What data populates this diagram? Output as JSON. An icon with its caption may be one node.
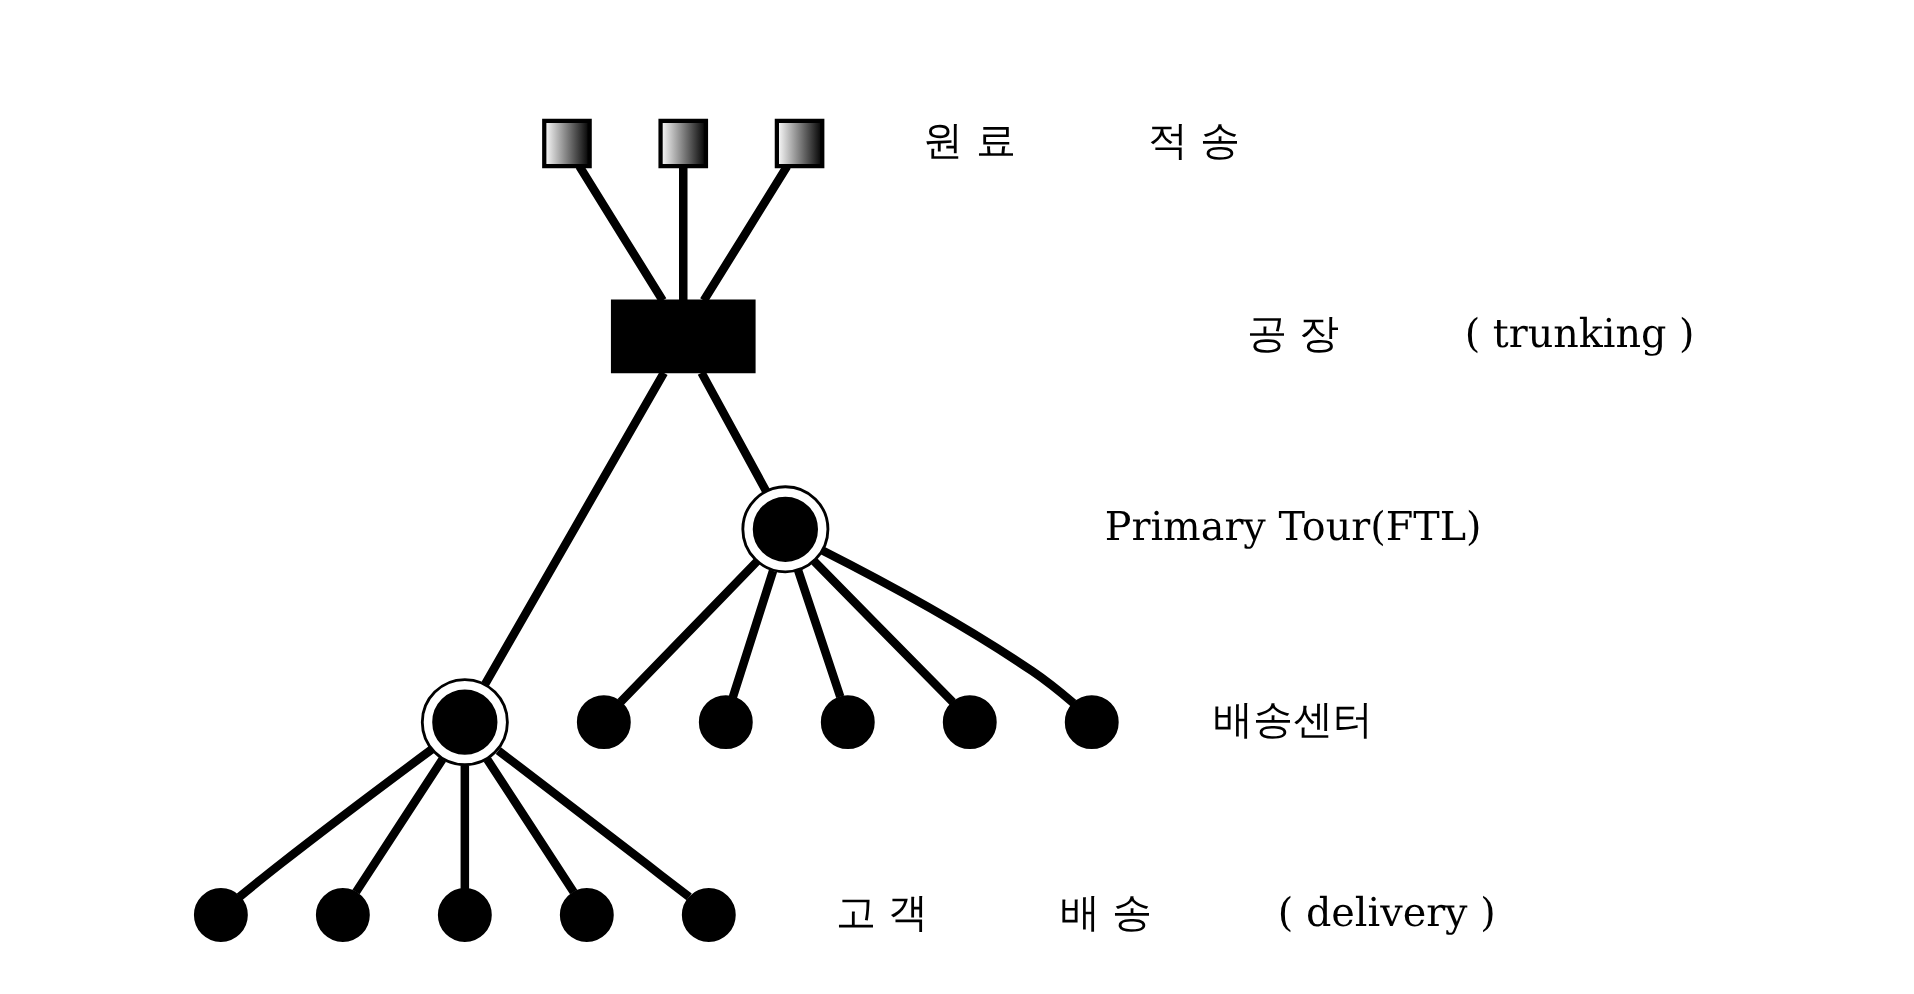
{
  "diagram": {
    "nodes": [
      {
        "text": [],
        "shape": "box"
      },
      {
        "text": [],
        "shape": "box"
      },
      {
        "text": [],
        "shape": "box"
      },
      {
        "text": [],
        "shape": "box"
      },
      {
        "text": [],
        "shape": "circle"
      },
      {
        "text": [],
        "shape": "circle"
      },
      {
        "text": [],
        "shape": "circle"
      },
      {
        "text": [],
        "shape": "circle"
      },
      {
        "text": [],
        "shape": "circle"
      },
      {
        "text": [],
        "shape": "circle"
      },
      {
        "text": [],
        "shape": "circle"
      },
      {
        "text": [],
        "shape": "circle"
      },
      {
        "text": [],
        "shape": "circle"
      },
      {
        "text": [],
        "shape": "circle"
      },
      {
        "text": [],
        "shape": "circle"
      },
      {
        "text": [],
        "shape": "circle"
      }
    ],
    "edges": [
      {
        "from": 0,
        "to": 3,
        "arrow": "none"
      },
      {
        "from": 1,
        "to": 3,
        "arrow": "none"
      },
      {
        "from": 2,
        "to": 3,
        "arrow": "none"
      },
      {
        "from": 3,
        "to": 4,
        "arrow": "none"
      },
      {
        "from": 3,
        "to": 5,
        "arrow": "none"
      },
      {
        "from": 4,
        "to": 6,
        "arrow": "none"
      },
      {
        "from": 4,
        "to": 12,
        "arrow": "none"
      },
      {
        "from": 4,
        "to": 7,
        "arrow": "none"
      },
      {
        "from": 4,
        "to": 13,
        "arrow": "none"
      },
      {
        "from": 4,
        "to": 10,
        "arrow": "none"
      },
      {
        "from": 5,
        "to": 8,
        "arrow": "none"
      },
      {
        "from": 5,
        "to": 14,
        "arrow": "none"
      },
      {
        "from": 5,
        "to": 11,
        "arrow": "none"
      },
      {
        "from": 5,
        "to": 15,
        "arrow": "none"
      },
      {
        "from": 5,
        "to": 9,
        "arrow": "none"
      }
    ],
    "labels": [
      "원 료",
      "공 장",
      "Primary Tour(FTL)",
      "배송센터",
      "고 객",
      "적 송",
      "( trunking )",
      "배 송",
      "( delivery )"
    ]
  }
}
